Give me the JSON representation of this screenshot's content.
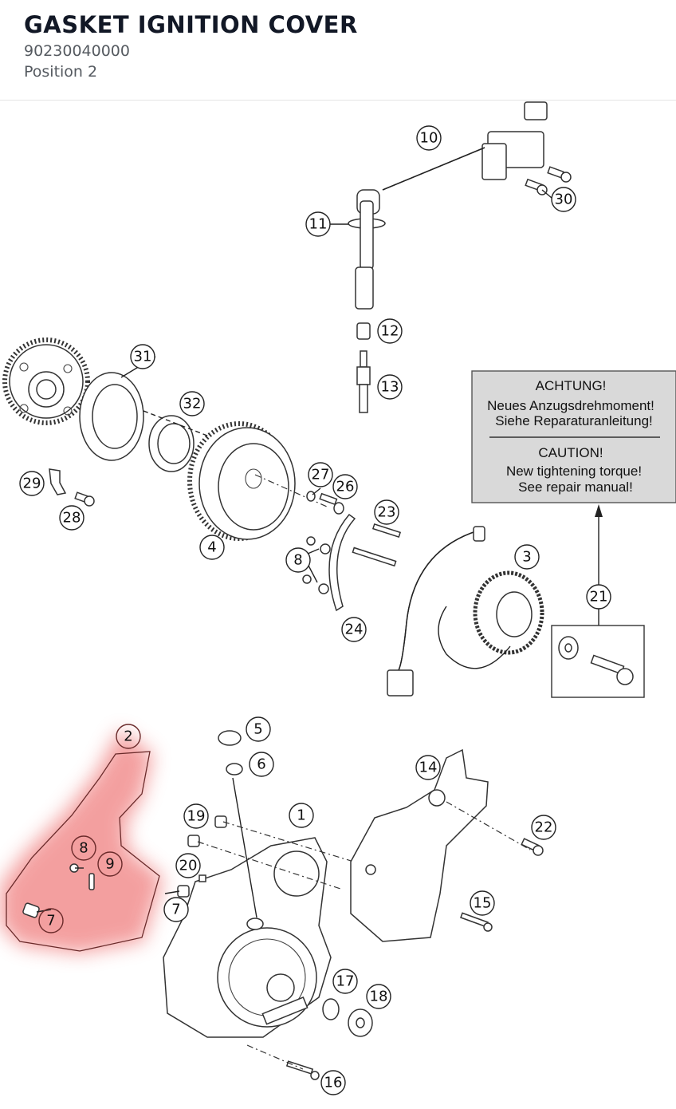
{
  "header": {
    "title": "GASKET IGNITION COVER",
    "part_number": "90230040000",
    "position": "Position 2"
  },
  "highlight_color": "#f08080",
  "callouts": {
    "c1": "1",
    "c2": "2",
    "c3": "3",
    "c4": "4",
    "c5": "5",
    "c6": "6",
    "c7a": "7",
    "c7b": "7",
    "c8a": "8",
    "c8b": "8",
    "c9": "9",
    "c10": "10",
    "c11": "11",
    "c12": "12",
    "c13": "13",
    "c14": "14",
    "c15": "15",
    "c16": "16",
    "c17": "17",
    "c18": "18",
    "c19": "19",
    "c20": "20",
    "c21": "21",
    "c22": "22",
    "c23": "23",
    "c24": "24",
    "c26": "26",
    "c27": "27",
    "c28": "28",
    "c29": "29",
    "c30": "30",
    "c31": "31",
    "c32": "32"
  },
  "caution": {
    "de_title": "ACHTUNG!",
    "de_line1": "Neues Anzugsdrehmoment!",
    "de_line2": "Siehe Reparaturanleitung!",
    "en_title": "CAUTION!",
    "en_line1": "New tightening torque!",
    "en_line2": "See repair manual!"
  }
}
